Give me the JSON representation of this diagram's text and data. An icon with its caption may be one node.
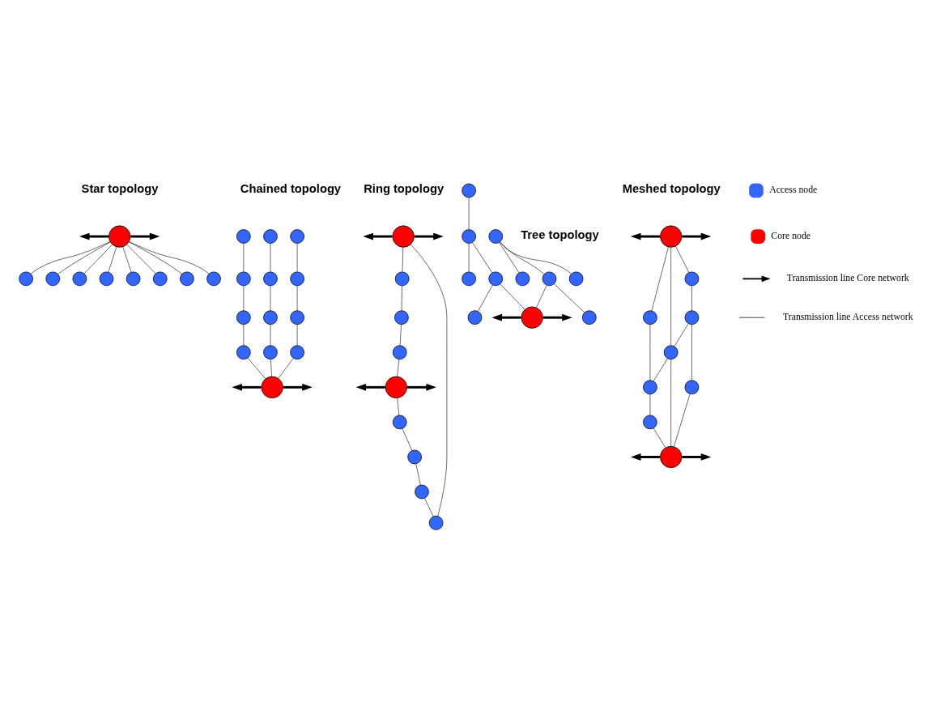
{
  "diagram": {
    "nodes": [
      {
        "text": [],
        "shape": "circle"
      },
      {
        "text": [],
        "shape": "circle"
      },
      {
        "text": [],
        "shape": "circle"
      },
      {
        "text": [],
        "shape": "circle"
      },
      {
        "text": [],
        "shape": "circle"
      },
      {
        "text": [],
        "shape": "circle"
      },
      {
        "text": [],
        "shape": "circle"
      },
      {
        "text": [],
        "shape": "circle"
      },
      {
        "text": [],
        "shape": "circle"
      },
      {
        "text": [],
        "shape": "circle"
      },
      {
        "text": [],
        "shape": "circle"
      },
      {
        "text": [],
        "shape": "circle"
      },
      {
        "text": [],
        "shape": "circle"
      },
      {
        "text": [],
        "shape": "circle"
      },
      {
        "text": [],
        "shape": "circle"
      },
      {
        "text": [],
        "shape": "circle"
      },
      {
        "text": [],
        "shape": "circle"
      },
      {
        "text": [],
        "shape": "circle"
      },
      {
        "text": [],
        "shape": "circle"
      },
      {
        "text": [],
        "shape": "circle"
      },
      {
        "text": [],
        "shape": "circle"
      },
      {
        "text": [],
        "shape": "circle"
      },
      {
        "text": [],
        "shape": "circle"
      },
      {
        "text": [],
        "shape": "circle"
      },
      {
        "text": [],
        "shape": "circle"
      },
      {
        "text": [],
        "shape": "circle"
      },
      {
        "text": [],
        "shape": "circle"
      },
      {
        "text": [],
        "shape": "circle"
      },
      {
        "text": [],
        "shape": "circle"
      },
      {
        "text": [],
        "shape": "circle"
      },
      {
        "text": [],
        "shape": "circle"
      },
      {
        "text": [],
        "shape": "circle"
      },
      {
        "text": [],
        "shape": "circle"
      },
      {
        "text": [],
        "shape": "circle"
      },
      {
        "text": [],
        "shape": "circle"
      },
      {
        "text": [],
        "shape": "circle"
      },
      {
        "text": [],
        "shape": "circle"
      },
      {
        "text": [],
        "shape": "circle"
      },
      {
        "text": [],
        "shape": "circle"
      },
      {
        "text": [],
        "shape": "circle"
      },
      {
        "text": [],
        "shape": "circle"
      },
      {
        "text": [],
        "shape": "circle"
      },
      {
        "text": [],
        "shape": "circle"
      },
      {
        "text": [],
        "shape": "circle"
      },
      {
        "text": [],
        "shape": "circle"
      },
      {
        "text": [],
        "shape": "circle"
      },
      {
        "text": [],
        "shape": "circle"
      },
      {
        "text": [],
        "shape": "circle"
      },
      {
        "text": [],
        "shape": "circle"
      },
      {
        "text": [],
        "shape": "circle"
      },
      {
        "text": [],
        "shape": "circle"
      }
    ],
    "edges": [
      {
        "from": 0,
        "to": 1,
        "arrow": "none"
      },
      {
        "from": 0,
        "to": 2,
        "arrow": "none"
      },
      {
        "from": 0,
        "to": 3,
        "arrow": "none"
      },
      {
        "from": 0,
        "to": 4,
        "arrow": "none"
      },
      {
        "from": 0,
        "to": 5,
        "arrow": "none"
      },
      {
        "from": 0,
        "to": 6,
        "arrow": "none"
      },
      {
        "from": 0,
        "to": 7,
        "arrow": "none"
      },
      {
        "from": 0,
        "to": 8,
        "arrow": "none"
      },
      {
        "from": 0,
        "to": null,
        "arrow": "to",
        "style": "thick"
      },
      {
        "from": 0,
        "to": null,
        "arrow": "to",
        "style": "thick"
      },
      {
        "from": 9,
        "to": 10,
        "arrow": "none"
      },
      {
        "from": 10,
        "to": 11,
        "arrow": "none"
      },
      {
        "from": 11,
        "to": 12,
        "arrow": "none"
      },
      {
        "from": 12,
        "to": 21,
        "arrow": "none"
      },
      {
        "from": 13,
        "to": 14,
        "arrow": "none"
      },
      {
        "from": 14,
        "to": 15,
        "arrow": "none"
      },
      {
        "from": 15,
        "to": 16,
        "arrow": "none"
      },
      {
        "from": 16,
        "to": 21,
        "arrow": "none"
      },
      {
        "from": 17,
        "to": 18,
        "arrow": "none"
      },
      {
        "from": 18,
        "to": 19,
        "arrow": "none"
      },
      {
        "from": 19,
        "to": 20,
        "arrow": "none"
      },
      {
        "from": 20,
        "to": 21,
        "arrow": "none"
      },
      {
        "from": 21,
        "to": null,
        "arrow": "to",
        "style": "thick"
      },
      {
        "from": 21,
        "to": null,
        "arrow": "to",
        "style": "thick"
      },
      {
        "from": 22,
        "to": 23,
        "arrow": "none"
      },
      {
        "from": 23,
        "to": 26,
        "arrow": "none"
      },
      {
        "from": 26,
        "to": 28,
        "arrow": "none"
      },
      {
        "from": 28,
        "to": 30,
        "arrow": "none"
      },
      {
        "from": 30,
        "to": 29,
        "arrow": "none"
      },
      {
        "from": 29,
        "to": 27,
        "arrow": "none"
      },
      {
        "from": 27,
        "to": 24,
        "arrow": "none"
      },
      {
        "from": 24,
        "to": 25,
        "arrow": "none"
      },
      {
        "from": 25,
        "to": 22,
        "arrow": "none"
      },
      {
        "from": 22,
        "to": null,
        "arrow": "to",
        "style": "thick"
      },
      {
        "from": 22,
        "to": null,
        "arrow": "to",
        "style": "thick"
      },
      {
        "from": 30,
        "to": null,
        "arrow": "to",
        "style": "thick"
      },
      {
        "from": 30,
        "to": null,
        "arrow": "to",
        "style": "thick"
      },
      {
        "from": 32,
        "to": 31,
        "arrow": "none"
      },
      {
        "from": 32,
        "to": 35,
        "arrow": "none"
      },
      {
        "from": 32,
        "to": 36,
        "arrow": "none"
      },
      {
        "from": 36,
        "to": 39,
        "arrow": "none"
      },
      {
        "from": 36,
        "to": 41,
        "arrow": "none"
      },
      {
        "from": 34,
        "to": 33,
        "arrow": "none"
      },
      {
        "from": 33,
        "to": 38,
        "arrow": "none"
      },
      {
        "from": 33,
        "to": 37,
        "arrow": "none"
      },
      {
        "from": 37,
        "to": 40,
        "arrow": "none"
      },
      {
        "from": 37,
        "to": 41,
        "arrow": "none"
      },
      {
        "from": 41,
        "to": null,
        "arrow": "to",
        "style": "thick"
      },
      {
        "from": 41,
        "to": null,
        "arrow": "to",
        "style": "thick"
      },
      {
        "from": 42,
        "to": 43,
        "arrow": "none"
      },
      {
        "from": 42,
        "to": 44,
        "arrow": "none"
      },
      {
        "from": 42,
        "to": 46,
        "arrow": "none"
      },
      {
        "from": 43,
        "to": 45,
        "arrow": "none"
      },
      {
        "from": 44,
        "to": 47,
        "arrow": "none"
      },
      {
        "from": 45,
        "to": 46,
        "arrow": "none"
      },
      {
        "from": 46,
        "to": 47,
        "arrow": "none"
      },
      {
        "from": 45,
        "to": 48,
        "arrow": "none"
      },
      {
        "from": 47,
        "to": 49,
        "arrow": "none"
      },
      {
        "from": 48,
        "to": 50,
        "arrow": "none"
      },
      {
        "from": 49,
        "to": 50,
        "arrow": "none"
      },
      {
        "from": 46,
        "to": 50,
        "arrow": "none"
      },
      {
        "from": 42,
        "to": null,
        "arrow": "to",
        "style": "thick"
      },
      {
        "from": 42,
        "to": null,
        "arrow": "to",
        "style": "thick"
      },
      {
        "from": 50,
        "to": null,
        "arrow": "to",
        "style": "thick"
      },
      {
        "from": 50,
        "to": null,
        "arrow": "to",
        "style": "thick"
      }
    ],
    "labels": [
      "Star topology",
      "Chained topology",
      "Ring topology",
      "Tree topology",
      "Meshed topology"
    ],
    "legend": [
      {
        "text": "Access node",
        "color": "#3366ff"
      },
      {
        "text": "Core node",
        "color": "#ff0000"
      },
      {
        "text": "Transmission line Core network"
      },
      {
        "text": "Transmission line Access network"
      }
    ]
  }
}
